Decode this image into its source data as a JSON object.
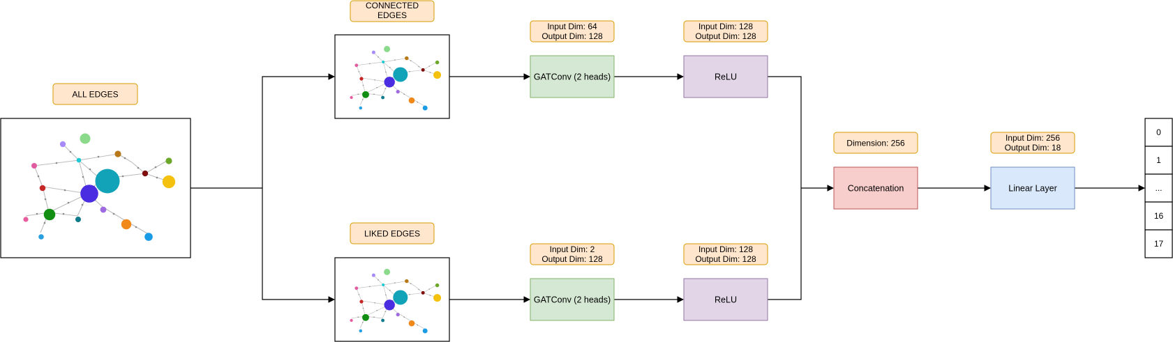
{
  "labels": {
    "all_edges": "ALL EDGES",
    "connected_edges": [
      "CONNECTED",
      "EDGES"
    ],
    "liked_edges": "LIKED EDGES",
    "conv_top_dims": [
      "Input Dim: 64",
      "Output Dim: 128"
    ],
    "relu_top_dims": [
      "Input Dim: 128",
      "Output Dim: 128"
    ],
    "conv_bottom_dims": [
      "Input Dim: 2",
      "Output Dim: 128"
    ],
    "relu_bottom_dims": [
      "Input Dim: 128",
      "Output Dim: 128"
    ],
    "concat_dims": "Dimension: 256",
    "linear_dims": [
      "Input Dim: 256",
      "Output Dim: 18"
    ]
  },
  "blocks": {
    "gatconv_top": "GATConv (2 heads)",
    "gatconv_bottom": "GATConv (2 heads)",
    "relu_top": "ReLU",
    "relu_bottom": "ReLU",
    "concatenation": "Concatenation",
    "linear": "Linear Layer"
  },
  "outputs": [
    "0",
    "1",
    "...",
    "16",
    "17"
  ],
  "colors": {
    "label_fill": "#ffe6cc",
    "label_stroke": "#d79b00",
    "gat_fill": "#d5e8d4",
    "gat_stroke": "#82b366",
    "relu_fill": "#e1d5e7",
    "relu_stroke": "#9673a6",
    "concat_fill": "#f8cecc",
    "concat_stroke": "#b85450",
    "linear_fill": "#dae8fc",
    "linear_stroke": "#6c8ebf"
  },
  "graph_node_colors": [
    "#8bd98b",
    "#a78bfa",
    "#1ccad6",
    "#b87817",
    "#e05ca0",
    "#12a3b8",
    "#7f0f0f",
    "#6ba82a",
    "#f5c10f",
    "#c52727",
    "#4a2de0",
    "#128f12",
    "#e65c9c",
    "#0f7a8a",
    "#a06be0",
    "#f0881a",
    "#1a9be6",
    "#28a0e0"
  ]
}
